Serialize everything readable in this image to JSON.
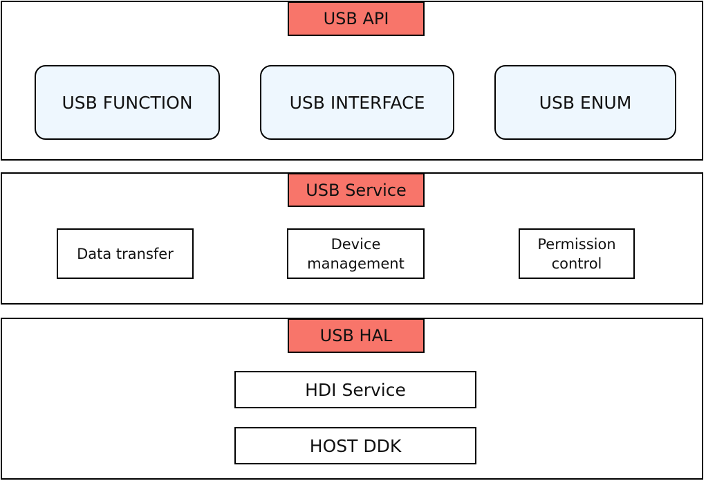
{
  "layers": {
    "api": {
      "title": "USB API",
      "modules": [
        "USB FUNCTION",
        "USB INTERFACE",
        "USB ENUM"
      ]
    },
    "service": {
      "title": "USB Service",
      "modules": [
        {
          "lines": [
            "Data transfer"
          ]
        },
        {
          "lines": [
            "Device",
            "management"
          ]
        },
        {
          "lines": [
            "Permission",
            "control"
          ]
        }
      ]
    },
    "hal": {
      "title": "USB HAL",
      "modules": [
        "HDI Service",
        "HOST DDK"
      ]
    }
  },
  "colors": {
    "title_fill": "#f8756a",
    "api_module_fill": "#eef7fe",
    "border": "#000000"
  }
}
